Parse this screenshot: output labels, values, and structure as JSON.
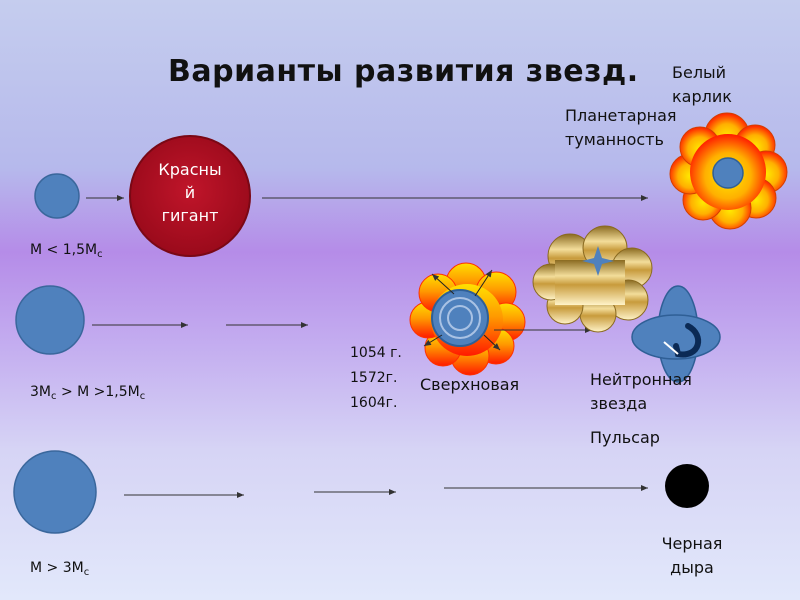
{
  "title": "Варианты развития звезд.",
  "rows": [
    {
      "mass_condition": "M < 1,5M",
      "mass_subscript": "c"
    },
    {
      "mass_condition_part1": "3M",
      "mass_subscript_1": "c",
      "mass_condition_part2": " > M >1,5M",
      "mass_subscript_2": "c"
    },
    {
      "mass_condition": "M > 3M",
      "mass_subscript": "c"
    }
  ],
  "nodes": {
    "red_giant": {
      "line1": "Красны",
      "line2": "й",
      "line3": "гигант"
    },
    "white_dwarf": {
      "line1": "Белый",
      "line2": "карлик"
    },
    "planetary_nebula": {
      "line1": "Планетарная",
      "line2": "туманность"
    },
    "supernova": "Сверхновая",
    "neutron_star": {
      "line1": "Нейтронная",
      "line2": "звезда"
    },
    "pulsar": "Пульсар",
    "black_hole": {
      "line1": "Черная",
      "line2": "дыра"
    }
  },
  "supernova_years": [
    "1054 г.",
    "1572г.",
    "1604г."
  ],
  "colors": {
    "star_blue": "#4f81bd",
    "red_giant": "#b01022",
    "nebula_outer": "#ff6a00",
    "nebula_inner": "#ffd400",
    "gold": "#c9a64a",
    "black_hole": "#000000"
  }
}
